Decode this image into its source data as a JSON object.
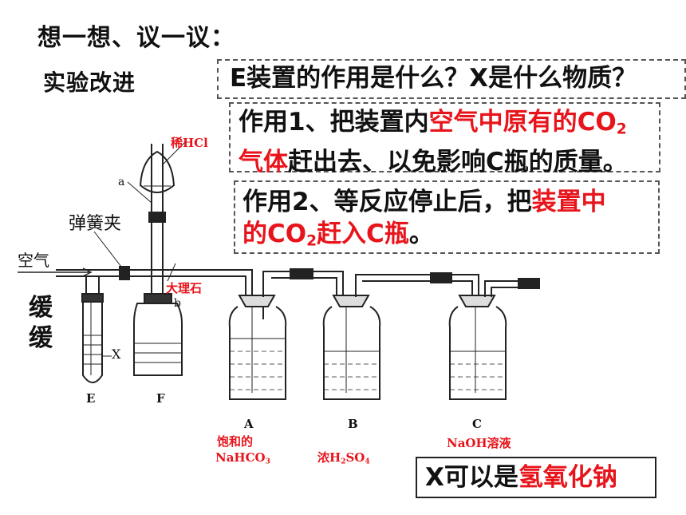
{
  "title": "想一想、议一议：",
  "subtitle": "实验改进",
  "question": "E装置的作用是什么？X是什么物质？",
  "role1": {
    "prefix": "作用1、把装置内",
    "red_a": "空气中原有的CO",
    "red_a_sub": "2",
    "red_b": "气体",
    "suffix": "赶出去、以免影响C瓶的质量。"
  },
  "role2": {
    "prefix": "作用2、等反应停止后，把",
    "red_a": "装置中",
    "red_b": "的CO",
    "red_b_sub": "2",
    "red_c": "赶入C瓶",
    "suffix": "。"
  },
  "answer": {
    "prefix": "X可以是",
    "red": "氢氧化钠"
  },
  "diagram": {
    "hcl_label": "稀HCl",
    "valve_a": "a",
    "clamp_label": "弹簧夹",
    "air_label": "空气",
    "slow1": "缓",
    "slow2": "缓",
    "marble_label": "大理石",
    "valve_b": "b",
    "x_mark": "X",
    "label_e": "E",
    "label_f": "F",
    "label_a": "A",
    "label_b": "B",
    "label_c": "C",
    "a_reagent_1": "饱和的",
    "a_reagent_2": "NaHCO",
    "a_reagent_2_sub": "3",
    "b_reagent_1": "浓H",
    "b_reagent_sub1": "2",
    "b_reagent_2": "SO",
    "b_reagent_sub2": "4",
    "c_reagent": "NaOH溶液"
  },
  "colors": {
    "accent_red": "#e8141b",
    "text": "#111111",
    "border": "#555555"
  }
}
